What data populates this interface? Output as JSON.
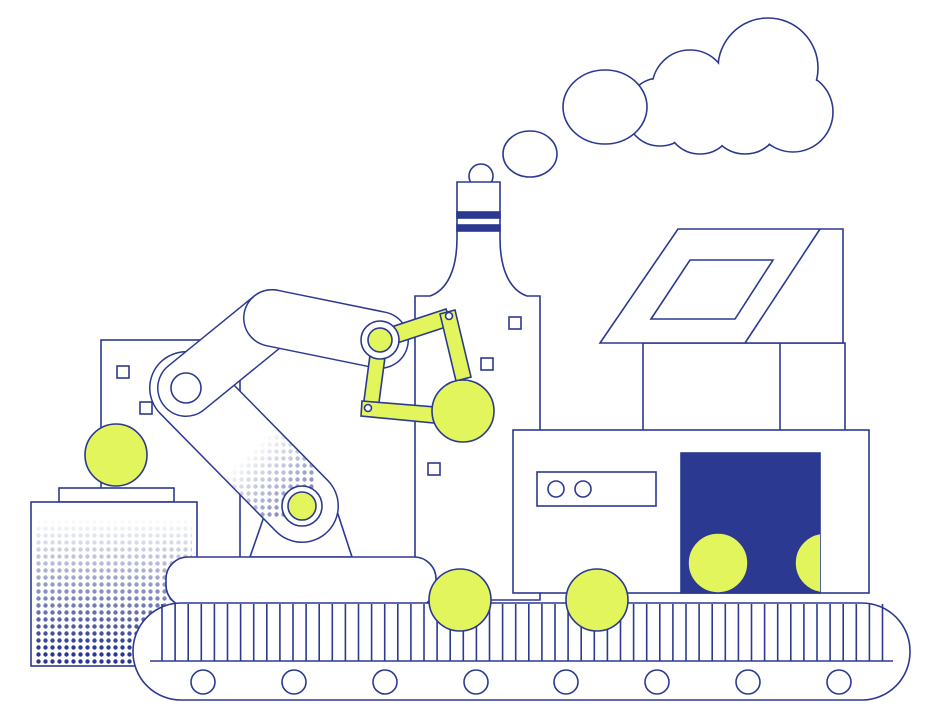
{
  "illustration": {
    "subject": "factory-robot-arm-conveyor",
    "colors": {
      "outline": "#2b3990",
      "accent": "#e2f55c",
      "background": "#ffffff"
    },
    "icons": [
      "cloud",
      "chimney",
      "robot-arm",
      "conveyor-belt",
      "ball",
      "machine"
    ]
  }
}
